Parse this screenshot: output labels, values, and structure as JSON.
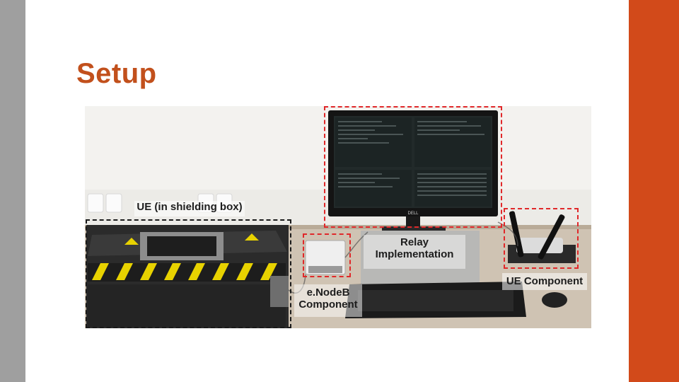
{
  "slide": {
    "title": "Setup"
  },
  "photo": {
    "labels": {
      "ue": "UE (in shielding box)",
      "relay": [
        "Relay",
        "Implementation"
      ],
      "enodeb": [
        "e.NodeB",
        "Component"
      ],
      "ue_component": "UE Component"
    },
    "monitor_brand": "DELL"
  },
  "colors": {
    "accent": "#d24a1a",
    "title": "#c2501c",
    "sidebar": "#9f9f9f",
    "highlight_red": "#e0282a",
    "highlight_black": "#1a1a1a"
  }
}
